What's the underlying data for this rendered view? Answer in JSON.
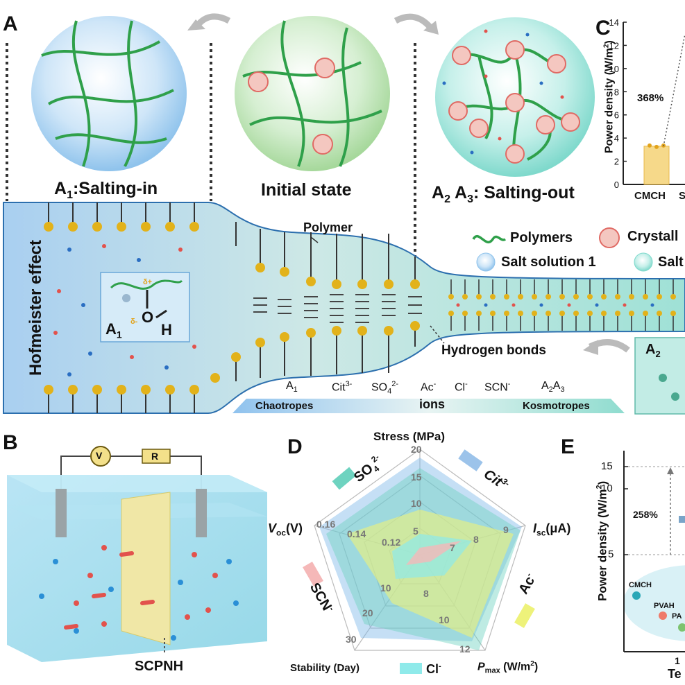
{
  "panels": {
    "a": "A",
    "b": "B",
    "c": "C",
    "d": "D",
    "e": "E"
  },
  "panel_a": {
    "state_left_prefix": "A",
    "state_left_sub": "1",
    "state_left_text": ":Salting-in",
    "state_mid": "Initial state",
    "state_right_a2": "A",
    "state_right_a2_sub": "2",
    "state_right_a3": "A",
    "state_right_a3_sub": "3",
    "state_right_text": ": Salting-out",
    "hofmeister": "Hofmeister effect",
    "polymer": "Polymer",
    "hbonds": "Hydrogen bonds",
    "inset_a1": "A",
    "inset_a1_sub": "1",
    "inset_delta_plus": "δ+",
    "inset_delta_minus": "δ-",
    "inset_o": "O",
    "inset_h": "H",
    "legend_polymers": "Polymers",
    "legend_crystal": "Crystall",
    "legend_salt1": "Salt solution 1",
    "legend_salt2": "Salt",
    "inset_right_a2": "A",
    "inset_right_a2_sub": "2",
    "ions_series": [
      "A1",
      "Cit3-",
      "SO42-",
      "Ac-",
      "Cl-",
      "SCN-",
      "A2 A3"
    ],
    "ion_a1": "A",
    "ion_a1_sub": "1",
    "ion_cit": "Cit",
    "ion_cit_sup": "3-",
    "ion_so4": "SO",
    "ion_so4_sub": "4",
    "ion_so4_sup": "2-",
    "ion_ac": "Ac",
    "ion_ac_sup": "-",
    "ion_cl": "Cl",
    "ion_cl_sup": "-",
    "ion_scn": "SCN",
    "ion_scn_sup": "-",
    "ion_a2a3": "A",
    "ion_a2a3_sub1": "2",
    "ion_a2a3_mid": "A",
    "ion_a2a3_sub2": "3",
    "chaotropes": "Chaotropes",
    "ions": "ions",
    "kosmotropes": "Kosmotropes",
    "colors": {
      "blue_fill": "#b9d9f3",
      "teal_fill": "#a8e6df",
      "green_poly": "#2fa04a",
      "gold": "#e2b21a"
    }
  },
  "panel_b": {
    "v": "V",
    "r": "R",
    "scpnh": "SCPNH"
  },
  "chart_data": [
    {
      "type": "bar",
      "panel": "C",
      "categories": [
        "CMCH",
        "S"
      ],
      "values": [
        3.3,
        null
      ],
      "ylabel": "Power density (W/m²)",
      "ylim": [
        0,
        14
      ],
      "yticks": [
        0,
        2,
        4,
        6,
        8,
        10,
        12,
        14
      ],
      "annotation": "368%"
    },
    {
      "type": "radar",
      "panel": "D",
      "axes": [
        "Stress (MPa)",
        "Isc(μA)",
        "Pmax (W/m2)",
        "Stability (Day)",
        "Voc(V)"
      ],
      "axis_ticks": {
        "stress": [
          "5",
          "10",
          "15",
          "20"
        ],
        "isc": [
          "7",
          "8",
          "9"
        ],
        "pmax": [
          "8",
          "10",
          "12"
        ],
        "stability": [
          "10",
          "20",
          "30"
        ],
        "voc": [
          "0.12",
          "0.14",
          "0.16"
        ]
      },
      "series": [
        {
          "name": "Cit3-",
          "color": "#9cc3ea"
        },
        {
          "name": "SO42-",
          "color": "#7ed8c6"
        },
        {
          "name": "Ac-",
          "color": "#eef27a"
        },
        {
          "name": "Cl-",
          "color": "#8feaea"
        },
        {
          "name": "SCN-",
          "color": "#f5b8b8"
        }
      ]
    },
    {
      "type": "scatter",
      "panel": "E",
      "ylabel": "Power density (W/m²)",
      "yticks": [
        "5",
        "10",
        "15"
      ],
      "xtick": "1",
      "xlabel_partial": "Te",
      "annotation": "258%",
      "points": [
        {
          "label": "CMCH",
          "color": "#2aa7b7"
        },
        {
          "label": "PVAH",
          "color": "#ef7a6a"
        },
        {
          "label": "PA",
          "color": "#7cc36f"
        }
      ]
    }
  ],
  "panel_c_text": {
    "label_cmch": "CMCH",
    "label_s": "S",
    "pct": "368%",
    "ylabel": "Power density (W/m",
    "ylabel_sup": "2",
    "ylabel_end": ")"
  },
  "panel_d_text": {
    "stress": "Stress (MPa)",
    "isc_i": "I",
    "isc_sub": "sc",
    "isc_unit": "(μA)",
    "pmax_p": "P",
    "pmax_sub": "max",
    "pmax_unit": " (W/m",
    "pmax_sup": "2",
    "pmax_end": ")",
    "stability": "Stability (Day)",
    "voc_v": "V",
    "voc_sub": "oc",
    "voc_unit": "(V)",
    "so4": "SO",
    "so4_sub": "4",
    "so4_sup": "2-",
    "cit": "Cit",
    "cit_sup": "3-",
    "ac": "Ac",
    "ac_sup": "-",
    "scn": "SCN",
    "scn_sup": "-",
    "cl": "Cl",
    "cl_sup": "-",
    "t5": "5",
    "t10": "10",
    "t15": "15",
    "t20": "20",
    "i7": "7",
    "i8": "8",
    "i9": "9",
    "p8": "8",
    "p10": "10",
    "p12": "12",
    "s10": "10",
    "s20": "20",
    "s30": "30",
    "v12": "0.12",
    "v14": "0.14",
    "v16": "0.16"
  },
  "panel_e_text": {
    "ylabel": "Power density (W/m",
    "ylabel_sup": "2",
    "ylabel_end": ")",
    "y5": "5",
    "y10": "10",
    "y15": "15",
    "pct": "258%",
    "cmch": "CMCH",
    "pvah": "PVAH",
    "pa": "PA",
    "x1": "1",
    "xlabel": "Te"
  }
}
